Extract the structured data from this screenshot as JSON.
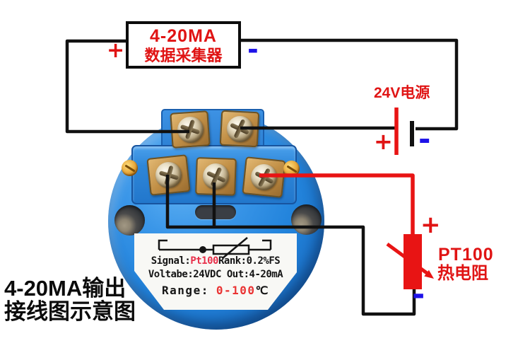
{
  "collector_box": {
    "title_line1": "4-20MA",
    "title_line2": "数据采集器",
    "plus": "+",
    "minus": "-"
  },
  "power_supply": {
    "label": "24V电源",
    "plus": "+",
    "minus": "-"
  },
  "pt100_sensor": {
    "model": "PT100",
    "name": "热电阻",
    "plus": "+",
    "minus": "-"
  },
  "transmitter_label": {
    "signal_key": "Signal:",
    "signal_value": "Pt100",
    "rank": "Rank:0.2%FS",
    "voltage_out": "Voltabe:24VDC Out:4-20mA",
    "range_key": "Range:",
    "range_value": "0-100",
    "range_unit": "℃"
  },
  "caption": {
    "line1": "4-20MA输出",
    "line2": "接线图示意图"
  },
  "colors": {
    "wire_black": "#111111",
    "wire_red": "#e81414",
    "text_red": "#e01414",
    "text_blue": "#1d12e8",
    "module_blue": "#2384dc",
    "terminal_brass": "#c18f46",
    "label_bg": "#f8f8f5"
  }
}
